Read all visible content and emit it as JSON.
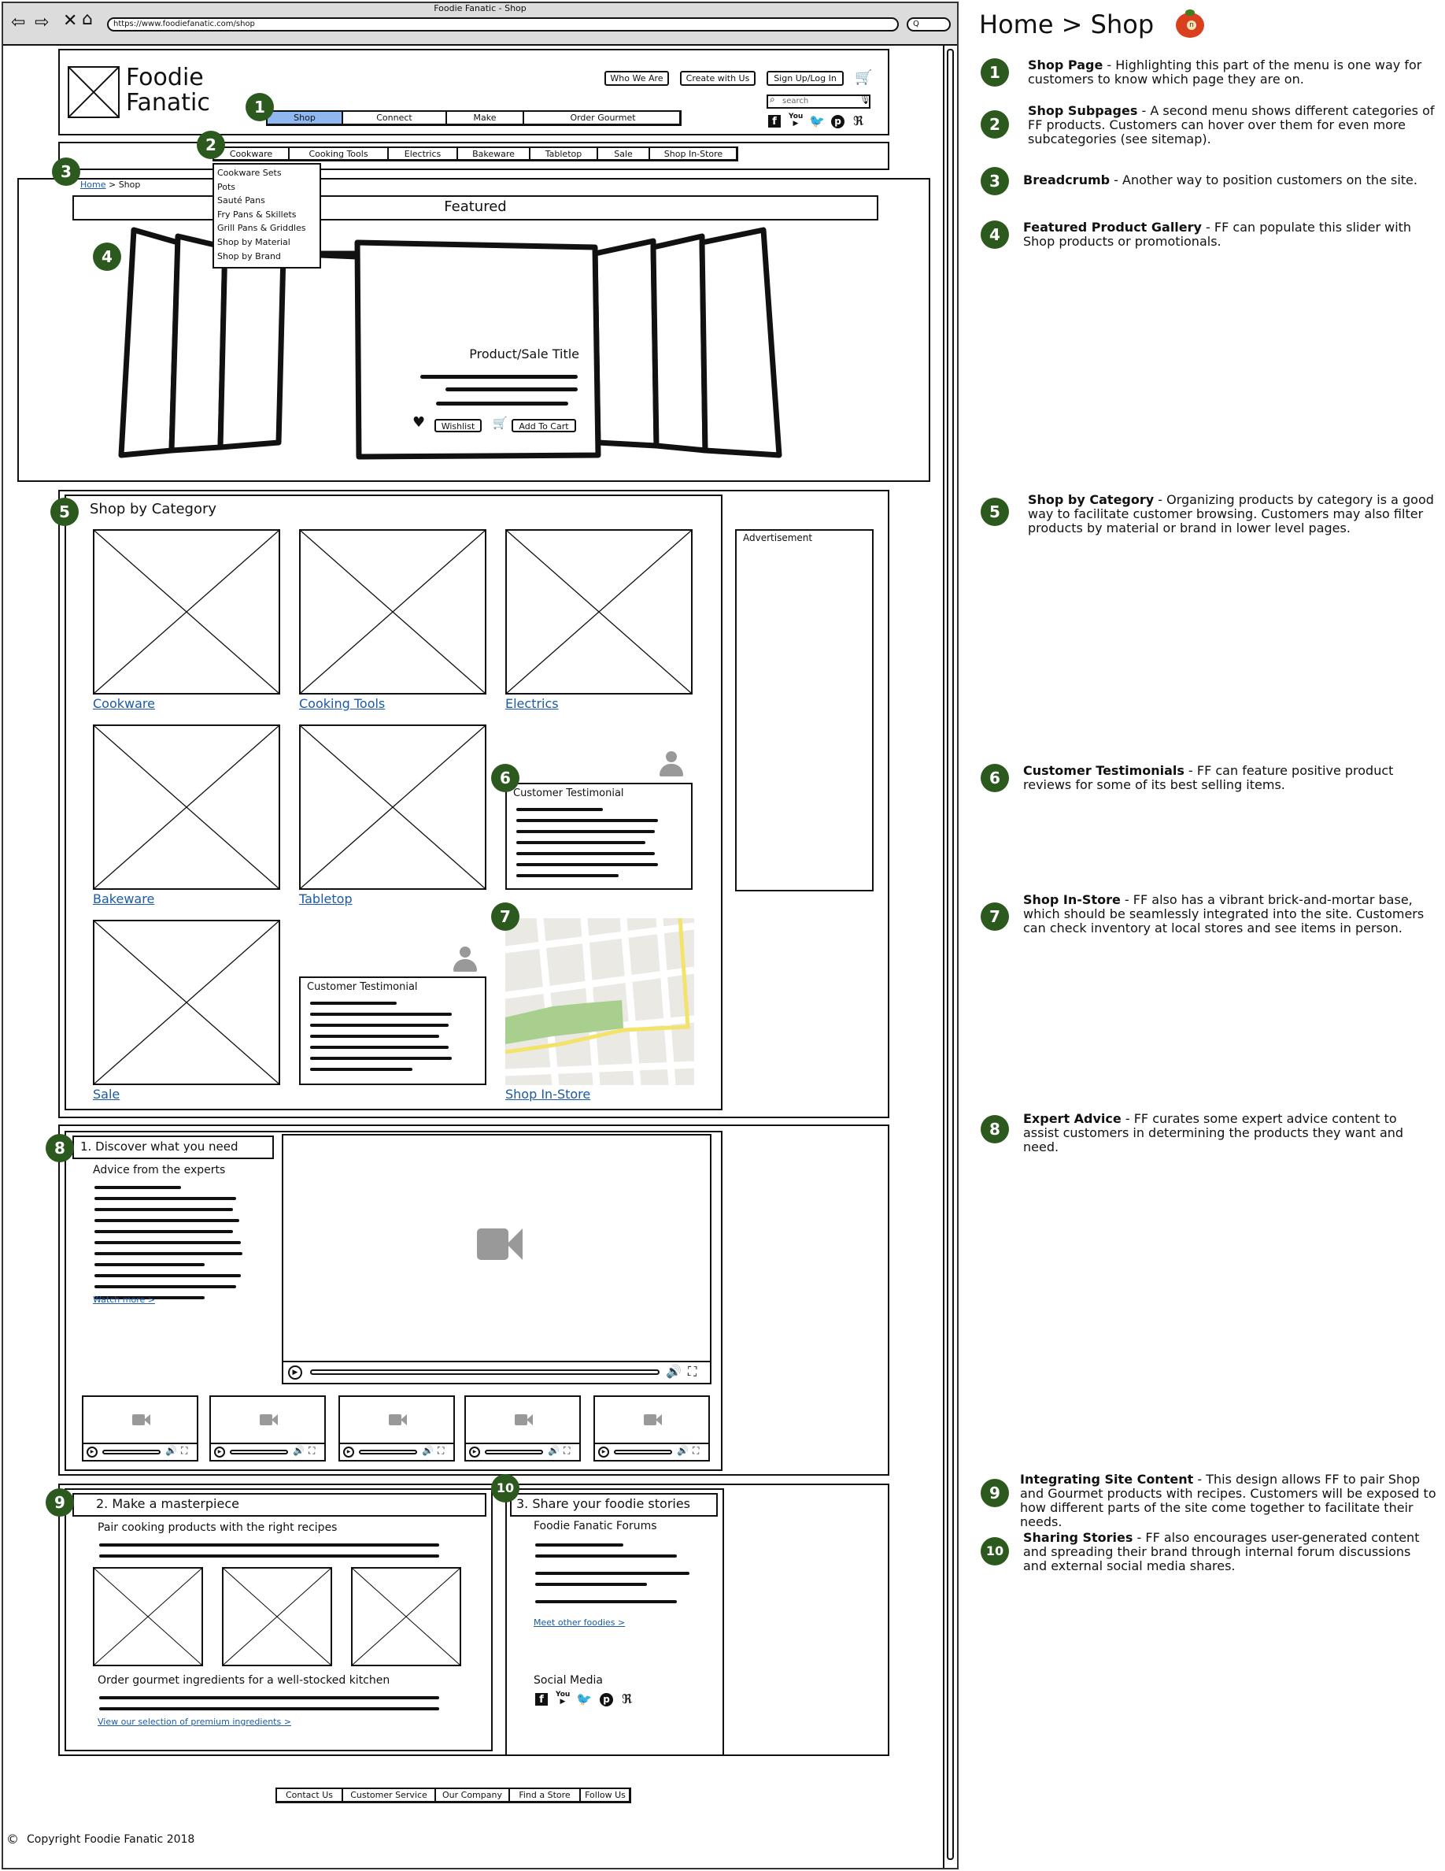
{
  "browser": {
    "title": "Foodie Fanatic - Shop",
    "url": "https://www.foodiefanatic.com/shop",
    "search_placeholder": "Q"
  },
  "header": {
    "logo_line1": "Foodie",
    "logo_line2": "Fanatic",
    "top_links": [
      "Who We Are",
      "Create with Us",
      "Sign Up/Log In"
    ],
    "search_placeholder": "search"
  },
  "main_nav": [
    "Shop",
    "Connect",
    "Make",
    "Order Gourmet"
  ],
  "sub_nav": [
    "Cookware",
    "Cooking Tools",
    "Electrics",
    "Bakeware",
    "Tabletop",
    "Sale",
    "Shop In-Store"
  ],
  "dropdown": [
    "Cookware Sets",
    "Pots",
    "Sauté Pans",
    "Fry Pans & Skillets",
    "Grill Pans & Griddles",
    "Shop by Material",
    "Shop by Brand"
  ],
  "breadcrumb": {
    "home": "Home",
    "sep": ">",
    "current": "Shop"
  },
  "featured": {
    "title": "Featured",
    "product_title": "Product/Sale Title",
    "wishlist": "Wishlist",
    "add_to_cart": "Add To Cart"
  },
  "category": {
    "heading": "Shop by Category",
    "advertisement": "Advertisement",
    "items": [
      "Cookware",
      "Cooking Tools",
      "Electrics",
      "Bakeware",
      "Tabletop",
      "Sale"
    ],
    "shop_in_store": "Shop In-Store",
    "testimonial": "Customer Testimonial"
  },
  "discover": {
    "heading": "1. Discover what you need",
    "subheading": "Advice from the experts",
    "watch_more": "Watch more >"
  },
  "masterpiece": {
    "heading": "2. Make a masterpiece",
    "pair": "Pair cooking products with the right recipes",
    "order": "Order gourmet ingredients for a well-stocked kitchen",
    "view_link": "View our selection of premium ingredients >"
  },
  "share": {
    "heading": "3. Share your foodie stories",
    "forums": "Foodie Fanatic Forums",
    "meet": "Meet other foodies >",
    "social": "Social Media"
  },
  "footer": {
    "links": [
      "Contact Us",
      "Customer Service",
      "Our Company",
      "Find a Store",
      "Follow Us"
    ],
    "copyright": "Copyright Foodie Fanatic 2018"
  },
  "badges": [
    "1",
    "2",
    "3",
    "4",
    "5",
    "6",
    "7",
    "8",
    "9",
    "10"
  ],
  "annotations": {
    "title": "Home > Shop",
    "notes": [
      {
        "n": "1",
        "bold": "Shop Page",
        "text": " - Highlighting this part of the menu is one way for customers to know which page they are on."
      },
      {
        "n": "2",
        "bold": "Shop Subpages",
        "text": " - A second menu shows different categories of FF products. Customers can hover over them for even more subcategories (see sitemap)."
      },
      {
        "n": "3",
        "bold": "Breadcrumb",
        "text": " - Another way to position customers on the site."
      },
      {
        "n": "4",
        "bold": "Featured Product Gallery",
        "text": " - FF can populate this slider with Shop products or promotionals."
      },
      {
        "n": "5",
        "bold": "Shop by Category",
        "text": " - Organizing products by category is a good way to facilitate customer browsing. Customers may also filter products by material or brand in lower level pages."
      },
      {
        "n": "6",
        "bold": "Customer Testimonials",
        "text": " - FF can feature positive product reviews for some of its best selling items."
      },
      {
        "n": "7",
        "bold": "Shop In-Store",
        "text": " - FF also has a vibrant brick-and-mortar base, which should be seamlessly integrated into the site. Customers can check inventory at local stores and see items in person."
      },
      {
        "n": "8",
        "bold": "Expert Advice",
        "text": " - FF curates some expert advice content to assist customers in determining the products they want and need."
      },
      {
        "n": "9",
        "bold": "Integrating Site Content",
        "text": " - This design allows FF to pair Shop and Gourmet products with recipes. Customers will be exposed to how different parts of the site come together to facilitate their needs."
      },
      {
        "n": "10",
        "bold": "Sharing Stories",
        "text": " - FF also encourages user-generated content and spreading their brand through internal forum discussions and external social media shares."
      }
    ]
  },
  "colors": {
    "badge": "#2c5a1e",
    "link": "#1a5aa8",
    "nav_active": "#8fb8f0",
    "map_bg": "#ebe9e4",
    "map_park": "#a9cf8f",
    "map_road": "#f3e36a"
  }
}
